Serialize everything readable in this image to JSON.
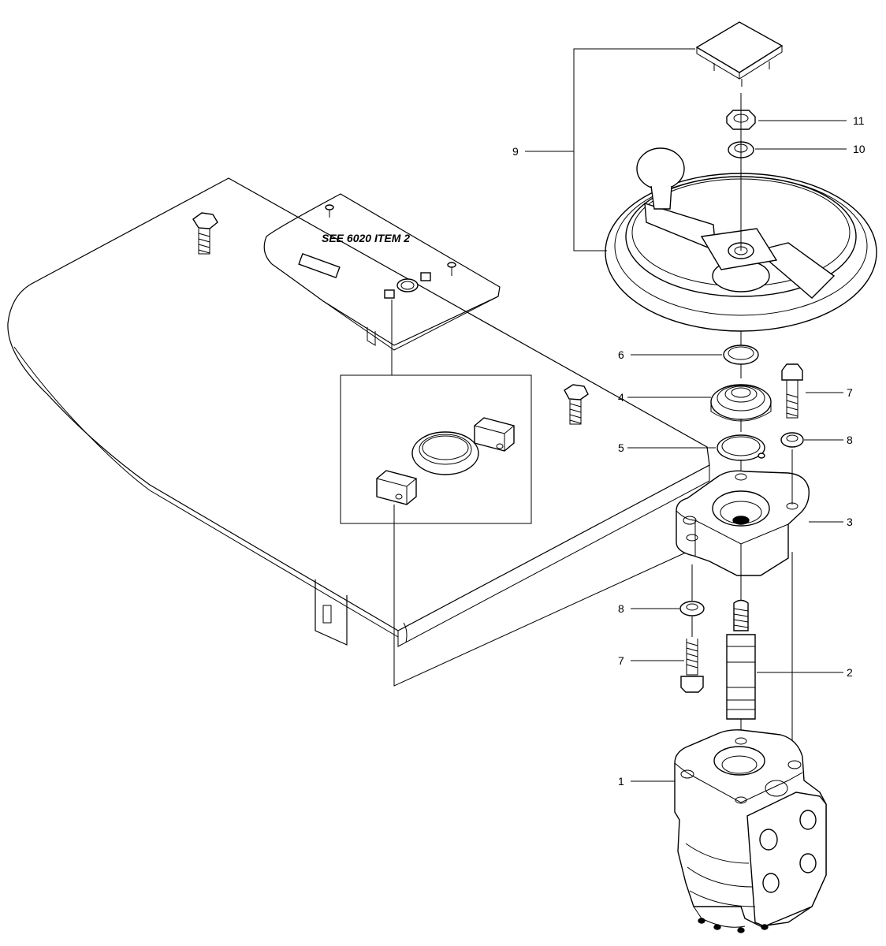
{
  "reference_note": "SEE 6020 ITEM 2",
  "callouts": {
    "c1": "1",
    "c2": "2",
    "c3": "3",
    "c4": "4",
    "c5": "5",
    "c6": "6",
    "c7a": "7",
    "c7b": "7",
    "c8a": "8",
    "c8b": "8",
    "c9": "9",
    "c10": "10",
    "c11": "11"
  }
}
